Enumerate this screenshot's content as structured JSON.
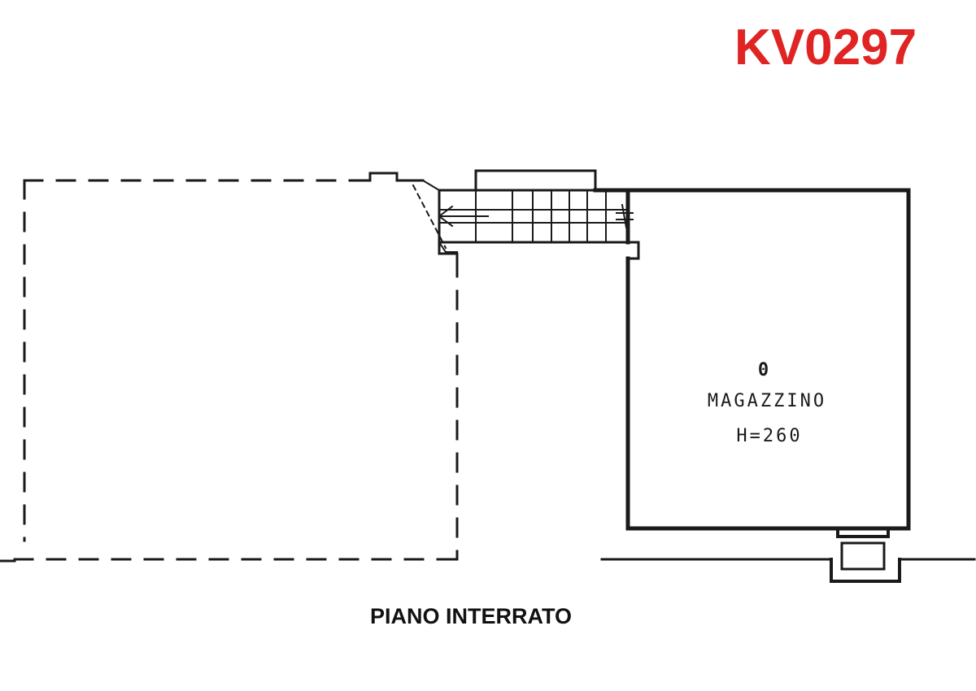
{
  "listing": {
    "code": "KV0297",
    "code_color": "#e02424"
  },
  "plan": {
    "floor_caption": "PIANO INTERRATO",
    "line_color": "#1a1a1a",
    "room": {
      "number": "0",
      "name": "MAGAZZINO",
      "height": "H=260"
    }
  }
}
